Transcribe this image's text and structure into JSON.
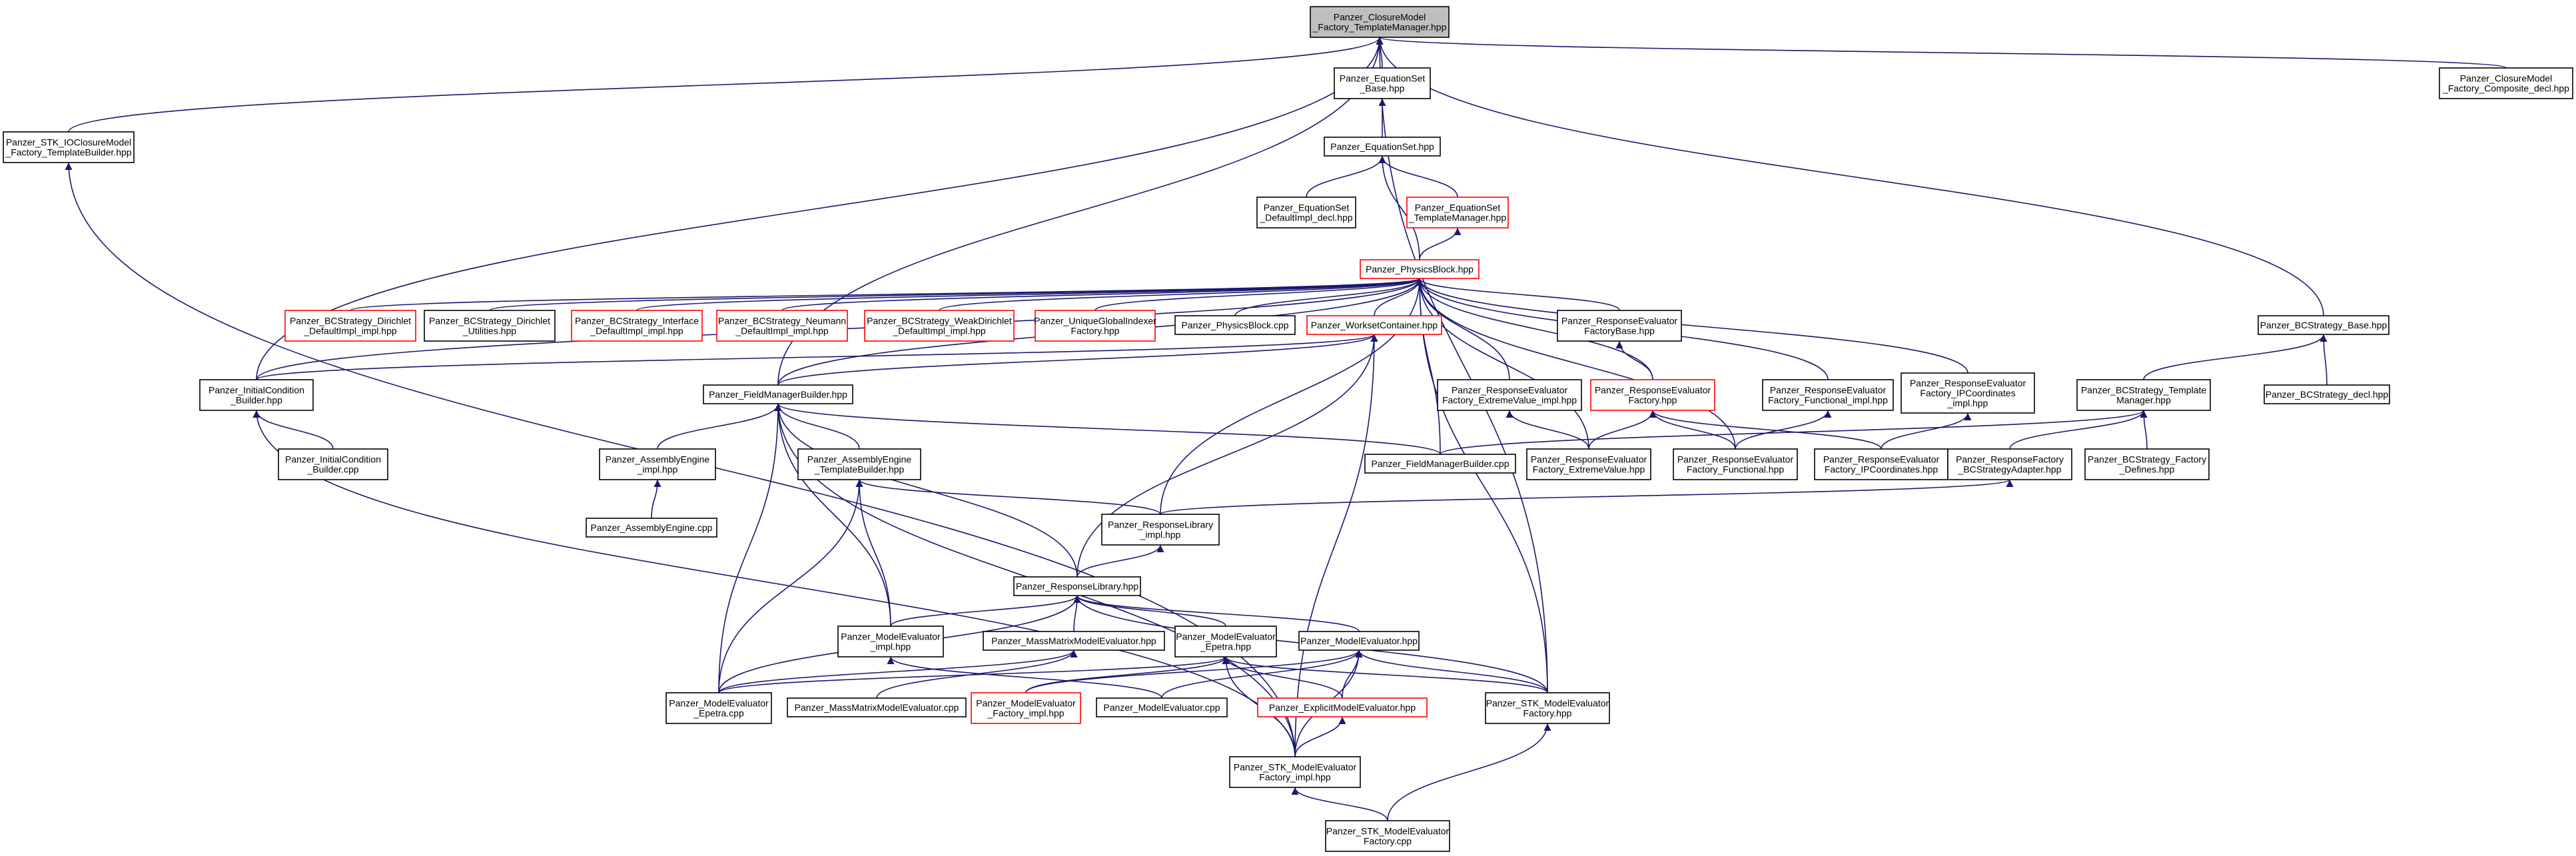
{
  "colors": {
    "edge": "#191970",
    "node_border": "#000000",
    "node_border_partial": "#ff0000",
    "root_fill": "#bfbfbf",
    "node_fill": "#ffffff"
  },
  "nodes": [
    {
      "id": "root",
      "lines": [
        "Panzer_ClosureModel",
        "_Factory_TemplateManager.hpp"
      ],
      "style": "root"
    },
    {
      "id": "eqsbase",
      "lines": [
        "Panzer_EquationSet",
        "_Base.hpp"
      ],
      "style": "normal"
    },
    {
      "id": "composite",
      "lines": [
        "Panzer_ClosureModel",
        "_Factory_Composite_decl.hpp"
      ],
      "style": "normal"
    },
    {
      "id": "stkio",
      "lines": [
        "Panzer_STK_IOClosureModel",
        "_Factory_TemplateBuilder.hpp"
      ],
      "style": "normal"
    },
    {
      "id": "eqs",
      "lines": [
        "Panzer_EquationSet.hpp"
      ],
      "style": "normal"
    },
    {
      "id": "eqsdecl",
      "lines": [
        "Panzer_EquationSet",
        "_DefaultImpl_decl.hpp"
      ],
      "style": "normal"
    },
    {
      "id": "eqstm",
      "lines": [
        "Panzer_EquationSet",
        "_TemplateManager.hpp"
      ],
      "style": "partial"
    },
    {
      "id": "pb",
      "lines": [
        "Panzer_PhysicsBlock.hpp"
      ],
      "style": "partial"
    },
    {
      "id": "bcdir",
      "lines": [
        "Panzer_BCStrategy_Dirichlet",
        "_DefaultImpl_impl.hpp"
      ],
      "style": "partial"
    },
    {
      "id": "bcdirutil",
      "lines": [
        "Panzer_BCStrategy_Dirichlet",
        "_Utilities.hpp"
      ],
      "style": "normal"
    },
    {
      "id": "bcint",
      "lines": [
        "Panzer_BCStrategy_Interface",
        "_DefaultImpl_impl.hpp"
      ],
      "style": "partial"
    },
    {
      "id": "bcneu",
      "lines": [
        "Panzer_BCStrategy_Neumann",
        "_DefaultImpl_impl.hpp"
      ],
      "style": "partial"
    },
    {
      "id": "bcweak",
      "lines": [
        "Panzer_BCStrategy_WeakDirichlet",
        "_DefaultImpl_impl.hpp"
      ],
      "style": "partial"
    },
    {
      "id": "ugi",
      "lines": [
        "Panzer_UniqueGlobalIndexer",
        "Factory.hpp"
      ],
      "style": "partial"
    },
    {
      "id": "pbcpp",
      "lines": [
        "Panzer_PhysicsBlock.cpp"
      ],
      "style": "normal"
    },
    {
      "id": "wc",
      "lines": [
        "Panzer_WorksetContainer.hpp"
      ],
      "style": "partial"
    },
    {
      "id": "refb",
      "lines": [
        "Panzer_ResponseEvaluator",
        "FactoryBase.hpp"
      ],
      "style": "normal"
    },
    {
      "id": "bcbase",
      "lines": [
        "Panzer_BCStrategy_Base.hpp"
      ],
      "style": "normal"
    },
    {
      "id": "ic",
      "lines": [
        "Panzer_InitialCondition",
        "_Builder.hpp"
      ],
      "style": "normal"
    },
    {
      "id": "fmb",
      "lines": [
        "Panzer_FieldManagerBuilder.hpp"
      ],
      "style": "normal"
    },
    {
      "id": "reevimpl",
      "lines": [
        "Panzer_ResponseEvaluator",
        "Factory_ExtremeValue_impl.hpp"
      ],
      "style": "normal"
    },
    {
      "id": "ref",
      "lines": [
        "Panzer_ResponseEvaluator",
        "Factory.hpp"
      ],
      "style": "partial"
    },
    {
      "id": "refuncimpl",
      "lines": [
        "Panzer_ResponseEvaluator",
        "Factory_Functional_impl.hpp"
      ],
      "style": "normal"
    },
    {
      "id": "reipcimpl",
      "lines": [
        "Panzer_ResponseEvaluator",
        "Factory_IPCoordinates",
        "_impl.hpp"
      ],
      "style": "normal"
    },
    {
      "id": "bctm",
      "lines": [
        "Panzer_BCStrategy_Template",
        "Manager.hpp"
      ],
      "style": "normal"
    },
    {
      "id": "bcdecl",
      "lines": [
        "Panzer_BCStrategy_decl.hpp"
      ],
      "style": "normal"
    },
    {
      "id": "iccpp",
      "lines": [
        "Panzer_InitialCondition",
        "_Builder.cpp"
      ],
      "style": "normal"
    },
    {
      "id": "aeimpl",
      "lines": [
        "Panzer_AssemblyEngine",
        "_impl.hpp"
      ],
      "style": "normal"
    },
    {
      "id": "aetb",
      "lines": [
        "Panzer_AssemblyEngine",
        "_TemplateBuilder.hpp"
      ],
      "style": "normal"
    },
    {
      "id": "fmbcpp",
      "lines": [
        "Panzer_FieldManagerBuilder.cpp"
      ],
      "style": "normal"
    },
    {
      "id": "reev",
      "lines": [
        "Panzer_ResponseEvaluator",
        "Factory_ExtremeValue.hpp"
      ],
      "style": "normal"
    },
    {
      "id": "refunc",
      "lines": [
        "Panzer_ResponseEvaluator",
        "Factory_Functional.hpp"
      ],
      "style": "normal"
    },
    {
      "id": "reipc",
      "lines": [
        "Panzer_ResponseEvaluator",
        "Factory_IPCoordinates.hpp"
      ],
      "style": "normal"
    },
    {
      "id": "rfbcsa",
      "lines": [
        "Panzer_ResponseFactory",
        "_BCStrategyAdapter.hpp"
      ],
      "style": "normal"
    },
    {
      "id": "bcfd",
      "lines": [
        "Panzer_BCStrategy_Factory",
        "_Defines.hpp"
      ],
      "style": "normal"
    },
    {
      "id": "aecpp",
      "lines": [
        "Panzer_AssemblyEngine.cpp"
      ],
      "style": "normal"
    },
    {
      "id": "rlimpl",
      "lines": [
        "Panzer_ResponseLibrary",
        "_impl.hpp"
      ],
      "style": "normal"
    },
    {
      "id": "rl",
      "lines": [
        "Panzer_ResponseLibrary.hpp"
      ],
      "style": "normal"
    },
    {
      "id": "meimpl",
      "lines": [
        "Panzer_ModelEvaluator",
        "_impl.hpp"
      ],
      "style": "normal"
    },
    {
      "id": "mmme",
      "lines": [
        "Panzer_MassMatrixModelEvaluator.hpp"
      ],
      "style": "normal"
    },
    {
      "id": "meep",
      "lines": [
        "Panzer_ModelEvaluator",
        "_Epetra.hpp"
      ],
      "style": "normal"
    },
    {
      "id": "me",
      "lines": [
        "Panzer_ModelEvaluator.hpp"
      ],
      "style": "normal"
    },
    {
      "id": "meepcpp",
      "lines": [
        "Panzer_ModelEvaluator",
        "_Epetra.cpp"
      ],
      "style": "normal"
    },
    {
      "id": "mmmecpp",
      "lines": [
        "Panzer_MassMatrixModelEvaluator.cpp"
      ],
      "style": "normal"
    },
    {
      "id": "mefimpl",
      "lines": [
        "Panzer_ModelEvaluator",
        "_Factory_impl.hpp"
      ],
      "style": "partial"
    },
    {
      "id": "mecpp",
      "lines": [
        "Panzer_ModelEvaluator.cpp"
      ],
      "style": "normal"
    },
    {
      "id": "eme",
      "lines": [
        "Panzer_ExplicitModelEvaluator.hpp"
      ],
      "style": "partial"
    },
    {
      "id": "stkmef",
      "lines": [
        "Panzer_STK_ModelEvaluator",
        "Factory.hpp"
      ],
      "style": "normal"
    },
    {
      "id": "stkmefimpl",
      "lines": [
        "Panzer_STK_ModelEvaluator",
        "Factory_impl.hpp"
      ],
      "style": "normal"
    },
    {
      "id": "stkmefcpp",
      "lines": [
        "Panzer_STK_ModelEvaluator",
        "Factory.cpp"
      ],
      "style": "normal"
    }
  ]
}
